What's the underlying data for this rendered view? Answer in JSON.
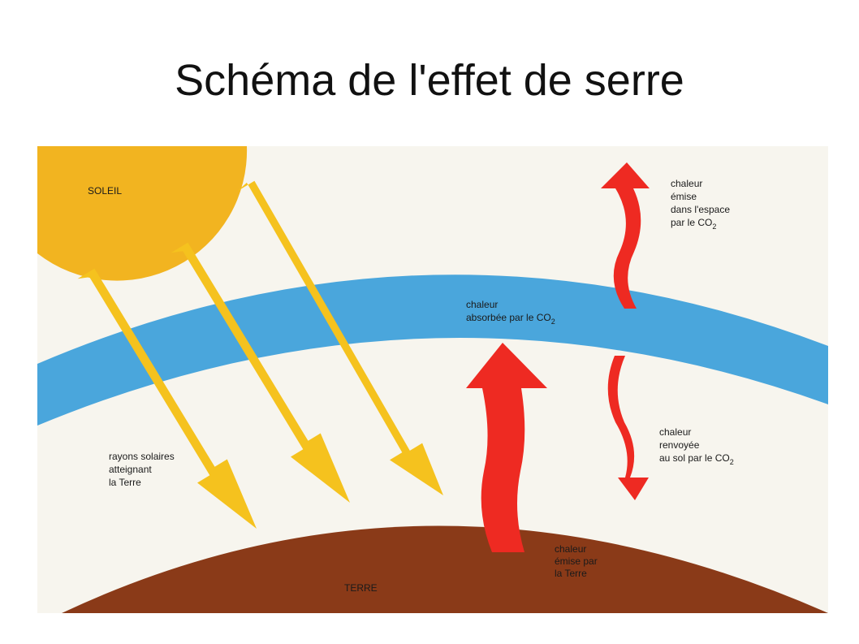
{
  "title": "Schéma de l'effet de serre",
  "labels": {
    "sun": "SOLEIL",
    "earth": "TERRE",
    "rays": [
      "rayons solaires",
      "atteignant",
      "la Terre"
    ],
    "absorbed": [
      "chaleur",
      "absorbée par le CO",
      "2"
    ],
    "space": [
      "chaleur",
      "émise",
      "dans l'espace",
      "par le CO",
      "2"
    ],
    "returned": [
      "chaleur",
      "renvoyée",
      "au sol par le CO",
      "2"
    ],
    "emitted": [
      "chaleur",
      "émise par",
      "la Terre"
    ]
  },
  "colors": {
    "background": "#f7f5ee",
    "sun": "#f2b420",
    "rays": "#f5c21e",
    "atmosphere": "#4aa6dc",
    "earth": "#8a3a18",
    "heat": "#ee2a22"
  }
}
